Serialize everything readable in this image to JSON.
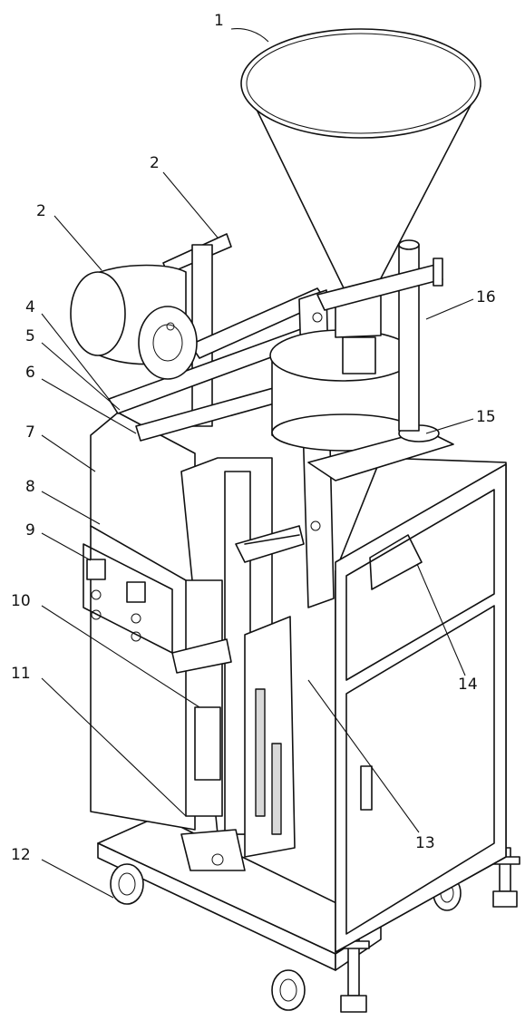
{
  "labels": [
    {
      "id": "1",
      "text": "1"
    },
    {
      "id": "2a",
      "text": "2"
    },
    {
      "id": "2b",
      "text": "2"
    },
    {
      "id": "4",
      "text": "4"
    },
    {
      "id": "5",
      "text": "5"
    },
    {
      "id": "6",
      "text": "6"
    },
    {
      "id": "7",
      "text": "7"
    },
    {
      "id": "8",
      "text": "8"
    },
    {
      "id": "9",
      "text": "9"
    },
    {
      "id": "10",
      "text": "10"
    },
    {
      "id": "11",
      "text": "11"
    },
    {
      "id": "12",
      "text": "12"
    },
    {
      "id": "13",
      "text": "13"
    },
    {
      "id": "14",
      "text": "14"
    },
    {
      "id": "15",
      "text": "15"
    },
    {
      "id": "16",
      "text": "16"
    }
  ]
}
